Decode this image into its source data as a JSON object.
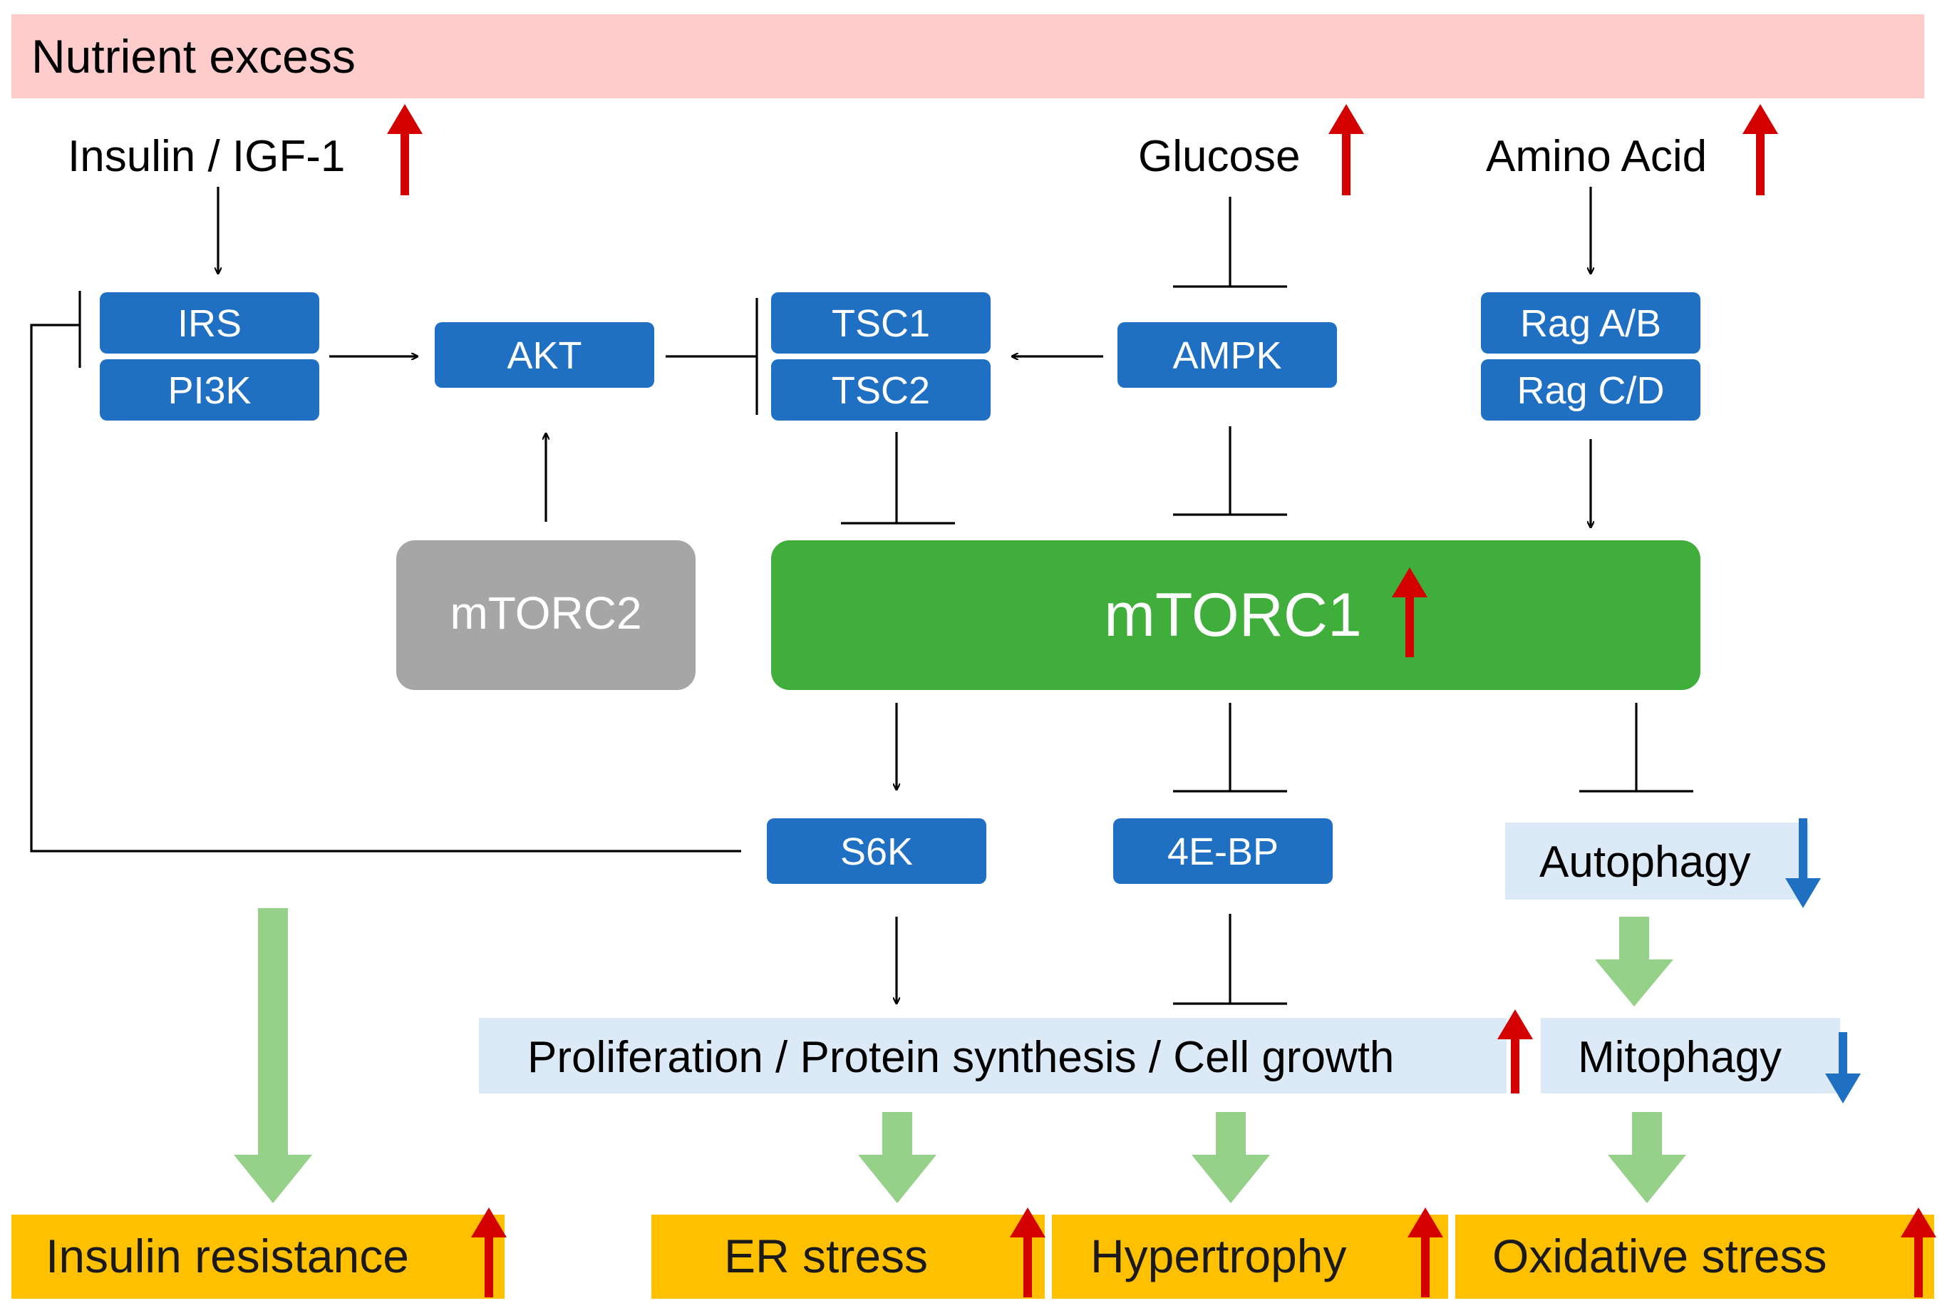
{
  "banner": {
    "label": "Nutrient excess"
  },
  "inputs": {
    "insulin": "Insulin / IGF-1",
    "glucose": "Glucose",
    "amino_acid": "Amino Acid"
  },
  "nodes": {
    "irs": "IRS",
    "pi3k": "PI3K",
    "akt": "AKT",
    "tsc1": "TSC1",
    "tsc2": "TSC2",
    "ampk": "AMPK",
    "rag_ab": "Rag A/B",
    "rag_cd": "Rag C/D",
    "mtorc2": "mTORC2",
    "mtorc1": "mTORC1",
    "s6k": "S6K",
    "fourebp": "4E-BP"
  },
  "processes": {
    "growth": "Proliferation / Protein synthesis / Cell growth",
    "autophagy": "Autophagy",
    "mitophagy": "Mitophagy"
  },
  "outcomes": {
    "insulin_resistance": "Insulin resistance",
    "er_stress": "ER stress",
    "hypertrophy": "Hypertrophy",
    "oxidative_stress": "Oxidative stress"
  },
  "colors": {
    "banner": "#ffcccc",
    "protein_box": "#1f6fc3",
    "mtorc1": "#3fae3a",
    "mtorc2": "#a6a6a6",
    "process_box": "#dbeaf6",
    "outcome_box": "#ffc000",
    "increase_arrow": "#d40000",
    "decrease_arrow": "#1f6fc3",
    "flow_arrow": "#96d18a"
  }
}
